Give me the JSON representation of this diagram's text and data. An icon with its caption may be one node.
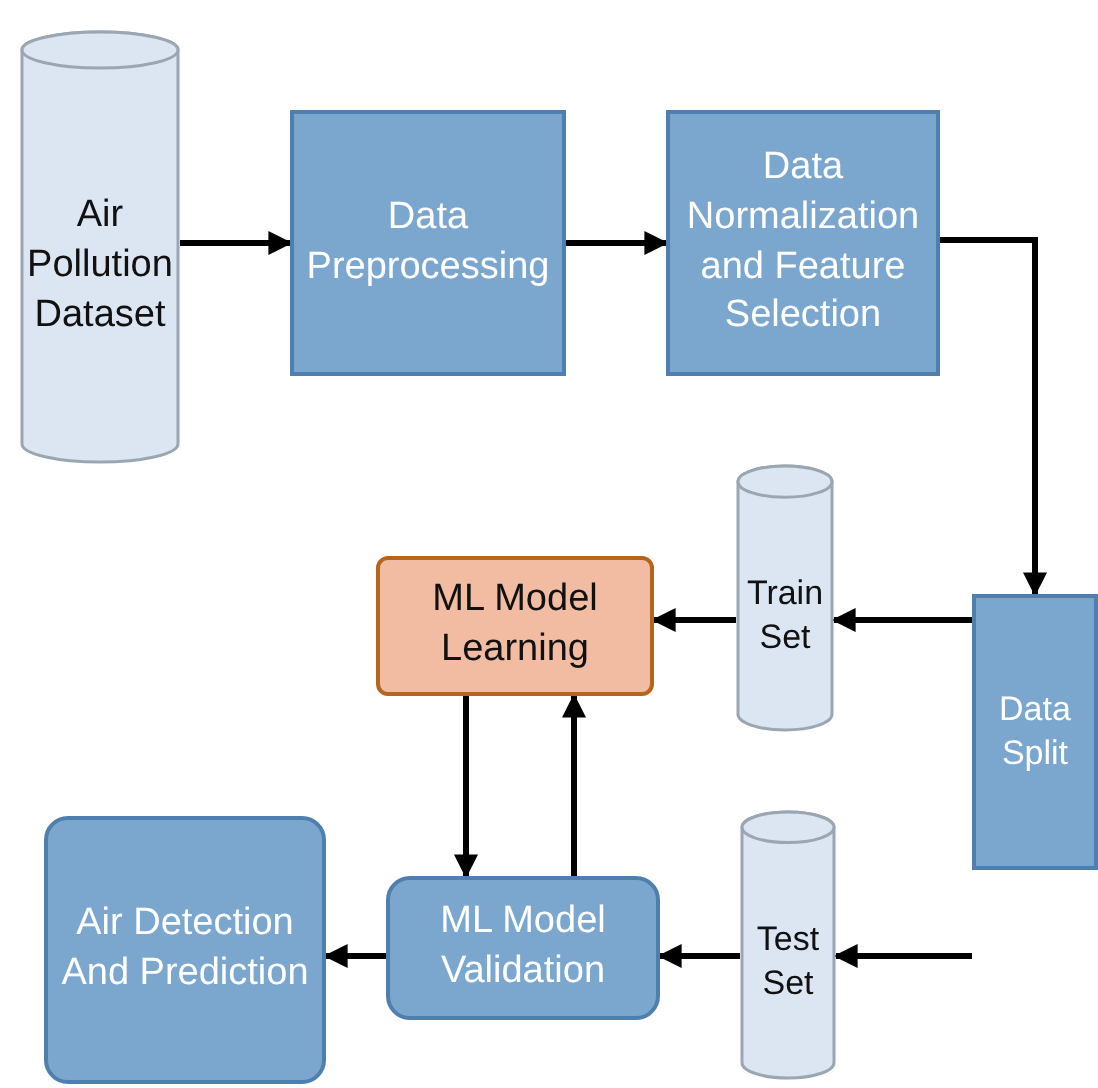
{
  "diagram": {
    "nodes": [
      {
        "text": [
          "Air Pollution Dataset"
        ]
      },
      {
        "text": [
          "Data Preprocessing"
        ]
      },
      {
        "text": [
          "Data Normalization and Feature Selection"
        ]
      },
      {
        "text": [
          "Data Split"
        ]
      },
      {
        "text": [
          "Train Set"
        ]
      },
      {
        "text": [
          "Test Set"
        ]
      },
      {
        "text": [
          "ML Model Learning"
        ]
      },
      {
        "text": [
          "ML Model Validation"
        ]
      },
      {
        "text": [
          "Air Detection And Prediction"
        ]
      }
    ],
    "edges": [
      {
        "from": 0,
        "to": 1,
        "arrow": "to"
      },
      {
        "from": 1,
        "to": 2,
        "arrow": "to"
      },
      {
        "from": 2,
        "to": 3,
        "arrow": "to"
      },
      {
        "from": 3,
        "to": 4,
        "arrow": "to"
      },
      {
        "from": 3,
        "to": 5,
        "arrow": "to"
      },
      {
        "from": 4,
        "to": 6,
        "arrow": "to"
      },
      {
        "from": 5,
        "to": 7,
        "arrow": "to"
      },
      {
        "from": 6,
        "to": 7,
        "arrow": "to"
      },
      {
        "from": 7,
        "to": 6,
        "arrow": "to"
      },
      {
        "from": 7,
        "to": 8,
        "arrow": "to"
      }
    ]
  }
}
